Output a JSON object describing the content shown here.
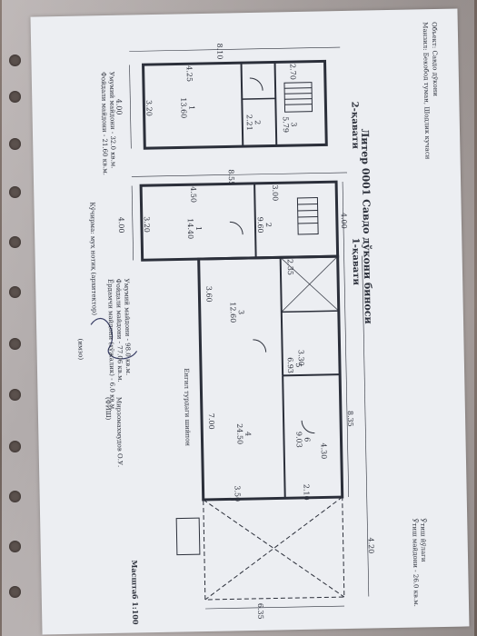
{
  "header": {
    "line1": "Объект: Савдо дўкони",
    "line2": "Манзил: Бекобод туман, Шодлик кучаси"
  },
  "title": "Литер 0001 Савдо дўкони биноси",
  "floors": {
    "floor2_label": "2-қавати",
    "floor1_label": "1-қавати"
  },
  "dimensions": {
    "f2_total": "8.10",
    "f2_w1": "4.25",
    "f2_w2": "2.70",
    "f2_h_left": "3.20",
    "f2_h_outer": "4.00",
    "f1_total": "8.55",
    "f1_w1": "4.50",
    "f1_w2": "3.00",
    "f1_h_left": "3.20",
    "f1_h_outer": "4.00",
    "f1_h_right": "4.00",
    "mid_235": "2.35",
    "mid_360": "3.60",
    "mid_330": "3.30",
    "len_835": "8.35",
    "len_700": "7.00",
    "h_430": "4.30",
    "w_350": "3.50",
    "w_210": "2.10",
    "h_420": "4.20",
    "w_635": "6.35"
  },
  "rooms": {
    "f2": [
      {
        "num": "1",
        "area": "13.60"
      },
      {
        "num": "2",
        "area": "2.21"
      },
      {
        "num": "3",
        "area": "5.79"
      }
    ],
    "f1": [
      {
        "num": "1",
        "area": "14.40"
      },
      {
        "num": "2",
        "area": "9.60"
      },
      {
        "num": "3",
        "area": "12.60"
      },
      {
        "num": "4",
        "area": "24.50"
      },
      {
        "num": "5",
        "area": "6.93"
      },
      {
        "num": "6",
        "area": "9.03"
      }
    ]
  },
  "summary_f2": {
    "line1": "Умумий майдони - 32.0 кв.м.",
    "line2": "Фойдали майдони - 21.60 кв.м."
  },
  "summary_f1": {
    "line1": "Умумий майдони - 98.0 кв.м.",
    "line2": "Фойдали майдони - 77.06 кв.м.",
    "line3": "Ёрдамчи майдони (хўжалик) - 6.0 кв.м."
  },
  "canopy_label": "Енгил турдаги шийпон",
  "canopy_area": "Ўтиш майдони - 26.0 кв.м.",
  "canopy_title": "Ўтиш йўлаги",
  "scale": "Масштаб 1:100",
  "footer": {
    "copied_by": "Кўчирма: муҳ нотиқ (архитектор)",
    "stamp": "(имзо)",
    "name": "Мирзомахмудов О.У.",
    "org": "(ФИШ)"
  }
}
